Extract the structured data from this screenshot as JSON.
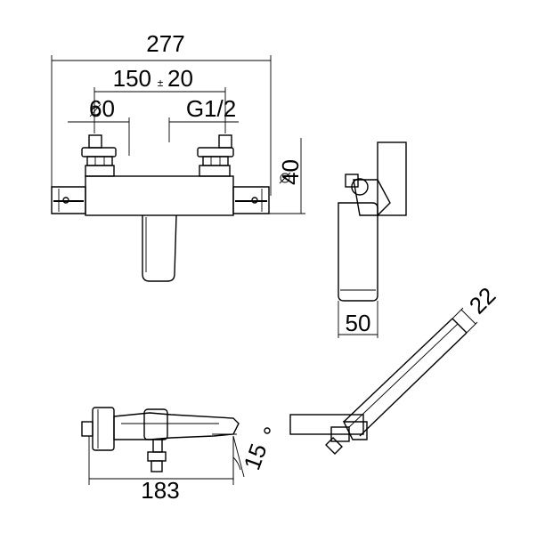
{
  "dimensions": {
    "overall_width": "277",
    "center_distance": "150",
    "tolerance": "20",
    "diameter_60": "↕60",
    "thread": "G1/2",
    "diameter_40": "↕40",
    "side_width": "50",
    "handshower_width": "22",
    "angle": "15°",
    "depth": "183"
  }
}
